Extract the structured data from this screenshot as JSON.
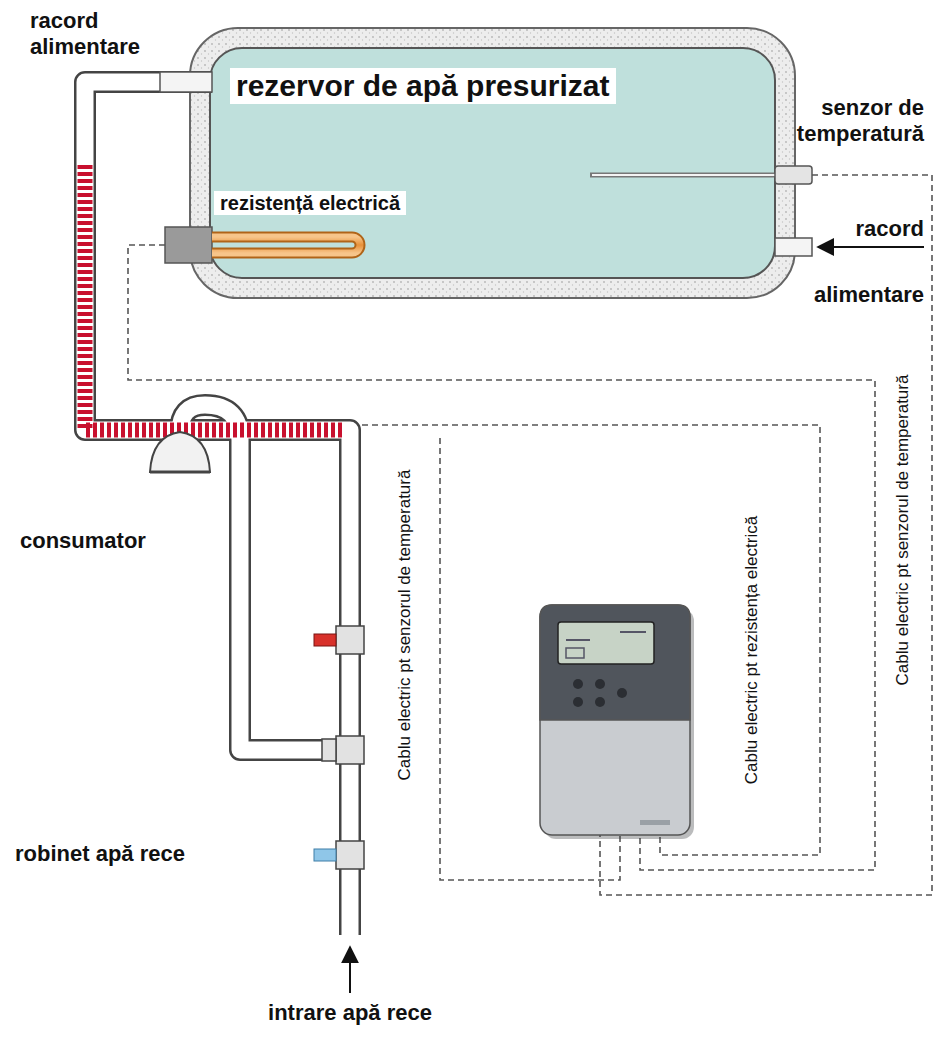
{
  "diagram": {
    "nodes": [
      {
        "text": [
          "rezervor de apă presurizat"
        ]
      },
      {
        "text": [
          "rezistență electrică"
        ],
        "in": 0
      }
    ],
    "labels": [
      "racord alimentare",
      "racord alimentare",
      "senzor de temperatură",
      "consumator",
      "robinet apă rece",
      "intrare apă rece",
      "Cablu electric pt senzorul de temperatură",
      "Cablu electric pt rezistența electrică",
      "Cablu electric pt senzorul de temperatură"
    ]
  }
}
